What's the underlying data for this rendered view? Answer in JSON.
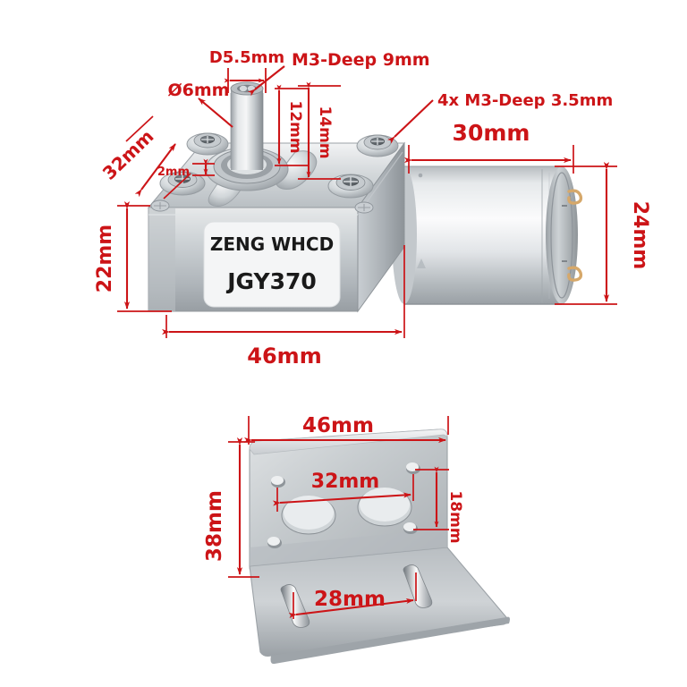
{
  "page": {
    "background": "#ffffff",
    "annotation_color": "#cc1417",
    "metal_light": "#e9ebec",
    "metal_mid": "#b8bdc1",
    "metal_dark": "#8b9196"
  },
  "figures": [
    {
      "id": "gear-motor",
      "name": "JGY370 worm gear motor",
      "nameplate": {
        "brand": "ZENG WHCD",
        "model": "JGY370"
      }
    },
    {
      "id": "mounting-bracket",
      "name": "L mounting bracket"
    }
  ],
  "motor_annotations": {
    "shaft_flat_width": "D5.5mm",
    "shaft_diameter": "Ø6mm",
    "shaft_tapped_hole": "M3-Deep 9mm",
    "shaft_length_12": "12mm",
    "shaft_length_14": "14mm",
    "boss_height": "2mm",
    "mount_hole_pattern": "32mm",
    "mount_holes_spec": "4x M3-Deep 3.5mm",
    "gearbox_height": "22mm",
    "gearbox_length": "46mm",
    "motor_length": "30mm",
    "motor_diameter": "24mm"
  },
  "bracket_annotations": {
    "width": "46mm",
    "height": "38mm",
    "hole_pitch_horizontal": "32mm",
    "hole_pitch_vertical": "18mm",
    "slot_pitch": "28mm"
  }
}
